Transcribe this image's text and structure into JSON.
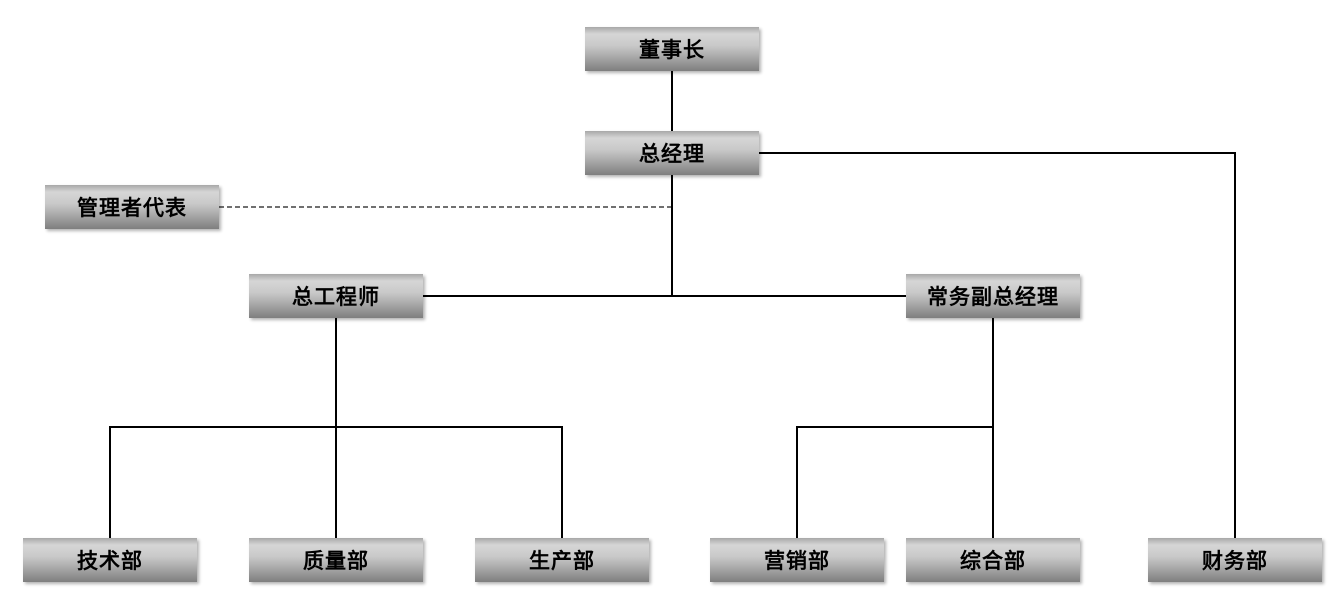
{
  "diagram": {
    "type": "org-chart",
    "background_color": "#ffffff",
    "nodes": [
      {
        "id": "chairman",
        "label": "董事长"
      },
      {
        "id": "general-manager",
        "label": "总经理"
      },
      {
        "id": "management-representative",
        "label": "管理者代表"
      },
      {
        "id": "chief-engineer",
        "label": "总工程师"
      },
      {
        "id": "executive-deputy-general-manager",
        "label": "常务副总经理"
      },
      {
        "id": "technical-dept",
        "label": "技术部"
      },
      {
        "id": "quality-dept",
        "label": "质量部"
      },
      {
        "id": "production-dept",
        "label": "生产部"
      },
      {
        "id": "marketing-dept",
        "label": "营销部"
      },
      {
        "id": "general-affairs-dept",
        "label": "综合部"
      },
      {
        "id": "finance-dept",
        "label": "财务部"
      }
    ],
    "edges": [
      {
        "from": "chairman",
        "to": "general-manager",
        "style": "solid"
      },
      {
        "from": "general-manager",
        "to": "management-representative",
        "style": "dashed"
      },
      {
        "from": "general-manager",
        "to": "chief-engineer",
        "style": "solid"
      },
      {
        "from": "general-manager",
        "to": "executive-deputy-general-manager",
        "style": "solid"
      },
      {
        "from": "general-manager",
        "to": "finance-dept",
        "style": "solid"
      },
      {
        "from": "chief-engineer",
        "to": "technical-dept",
        "style": "solid"
      },
      {
        "from": "chief-engineer",
        "to": "quality-dept",
        "style": "solid"
      },
      {
        "from": "chief-engineer",
        "to": "production-dept",
        "style": "solid"
      },
      {
        "from": "executive-deputy-general-manager",
        "to": "marketing-dept",
        "style": "solid"
      },
      {
        "from": "executive-deputy-general-manager",
        "to": "general-affairs-dept",
        "style": "solid"
      }
    ],
    "colors": {
      "node_fill_highlight": "#d6d6d6",
      "node_fill_shadow": "#7e7e7e",
      "node_text": "#000000",
      "connector": "#000000",
      "dashed_connector": "#404040"
    }
  }
}
